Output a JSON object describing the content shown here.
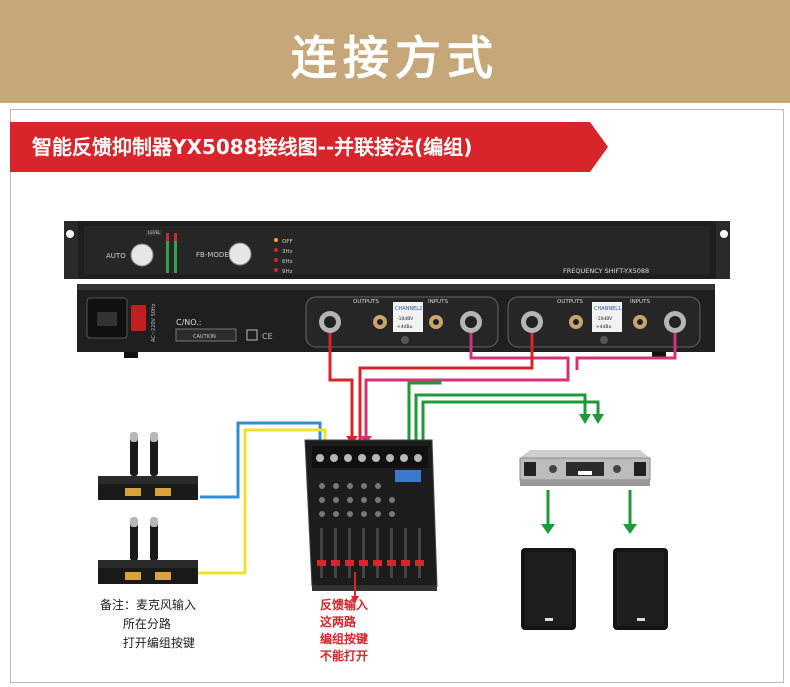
{
  "banner": {
    "title": "连接方式"
  },
  "subtitle": "智能反馈抑制器YX5088接线图--并联接法(编组)",
  "front_panel": {
    "auto_label": "AUTO",
    "level_label": "LEVEL",
    "fb_mode_label": "FB-MODE",
    "modes": [
      "OFF",
      "3Hz",
      "6Hz",
      "9Hz"
    ],
    "model": "FREQUENCY SHIFT-YX5088"
  },
  "rear_panel": {
    "cno_label": "C/NO.:",
    "caution_label": "CAUTION",
    "voltage": "AC~220V 50Hz",
    "channels": [
      {
        "outputs": "OUTPUTS",
        "channel": "CHANNEL2",
        "inputs": "INPUTS",
        "levels": [
          "-10dBV",
          "+4dBu"
        ]
      },
      {
        "outputs": "OUTPUTS",
        "channel": "CHANNEL1",
        "inputs": "INPUTS",
        "levels": [
          "-10dBV",
          "+4dBu"
        ]
      }
    ]
  },
  "note": {
    "lines": [
      "备注：麦克风输入",
      "      所在分路",
      "      打开编组按键"
    ]
  },
  "warning": {
    "lines": [
      "反馈输入",
      "这两路",
      "编组按键",
      "不能打开"
    ]
  },
  "colors": {
    "banner": "#c5a77a",
    "accent": "#d7252b",
    "magenta": "#d6307a",
    "green": "#1f9a3a",
    "blue": "#2e8fd6",
    "yellow": "#f0e12a"
  }
}
